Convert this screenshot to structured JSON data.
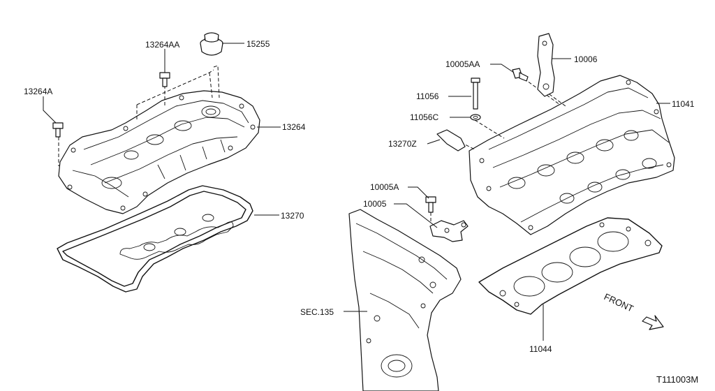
{
  "diagram": {
    "parts": {
      "p13264AA": "13264AA",
      "p15255": "15255",
      "p13264A": "13264A",
      "p13264": "13264",
      "p13270": "13270",
      "p10005AA": "10005AA",
      "p10006": "10006",
      "p11056": "11056",
      "p11041": "11041",
      "p11056C": "11056C",
      "p13270Z": "13270Z",
      "p10005A": "10005A",
      "p10005": "10005",
      "pSEC135": "SEC.135",
      "p11044": "11044"
    },
    "front_label": "FRONT",
    "figure_code": "T111003M"
  }
}
